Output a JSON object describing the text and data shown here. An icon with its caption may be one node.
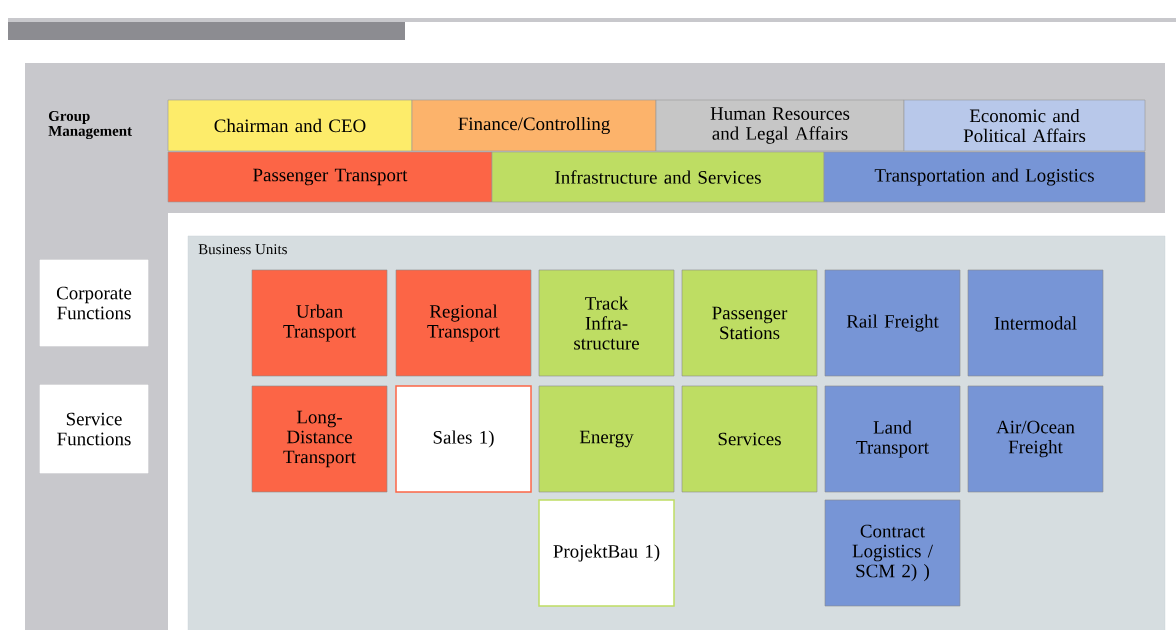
{
  "diagram": {
    "nodes": [
      {
        "text": [
          "Chairman and CEO"
        ]
      },
      {
        "text": [
          "Finance/Controlling"
        ]
      },
      {
        "text": [
          "Human Resources and Legal Affairs"
        ]
      },
      {
        "text": [
          "Economic and Political Affairs"
        ]
      },
      {
        "text": [
          "Passenger Transport"
        ]
      },
      {
        "text": [
          "Infrastructure and Services"
        ]
      },
      {
        "text": [
          "Transportation and Logistics"
        ]
      },
      {
        "text": [
          "Corporate Functions"
        ]
      },
      {
        "text": [
          "Service Functions"
        ]
      },
      {
        "text": [
          "Business Units"
        ]
      },
      {
        "text": [
          "Urban Transport"
        ],
        "in": 9
      },
      {
        "text": [
          "Regional Transport"
        ],
        "in": 9
      },
      {
        "text": [
          "Track Infra-structure"
        ],
        "in": 9
      },
      {
        "text": [
          "Passenger Stations"
        ],
        "in": 9
      },
      {
        "text": [
          "Rail Freight"
        ],
        "in": 9
      },
      {
        "text": [
          "Intermodal"
        ],
        "in": 9
      },
      {
        "text": [
          "Long-Distance Transport"
        ],
        "in": 9
      },
      {
        "text": [
          "Sales 1)"
        ],
        "in": 9
      },
      {
        "text": [
          "Energy"
        ],
        "in": 9
      },
      {
        "text": [
          "Services"
        ],
        "in": 9
      },
      {
        "text": [
          "Land Transport"
        ],
        "in": 9
      },
      {
        "text": [
          "Air/Ocean Freight"
        ],
        "in": 9
      },
      {
        "text": [
          "ProjektBau 1)"
        ],
        "in": 9
      },
      {
        "text": [
          "Contract Logistics / SCM 2) )"
        ],
        "in": 9
      }
    ],
    "labels": [
      "Group Management"
    ]
  }
}
